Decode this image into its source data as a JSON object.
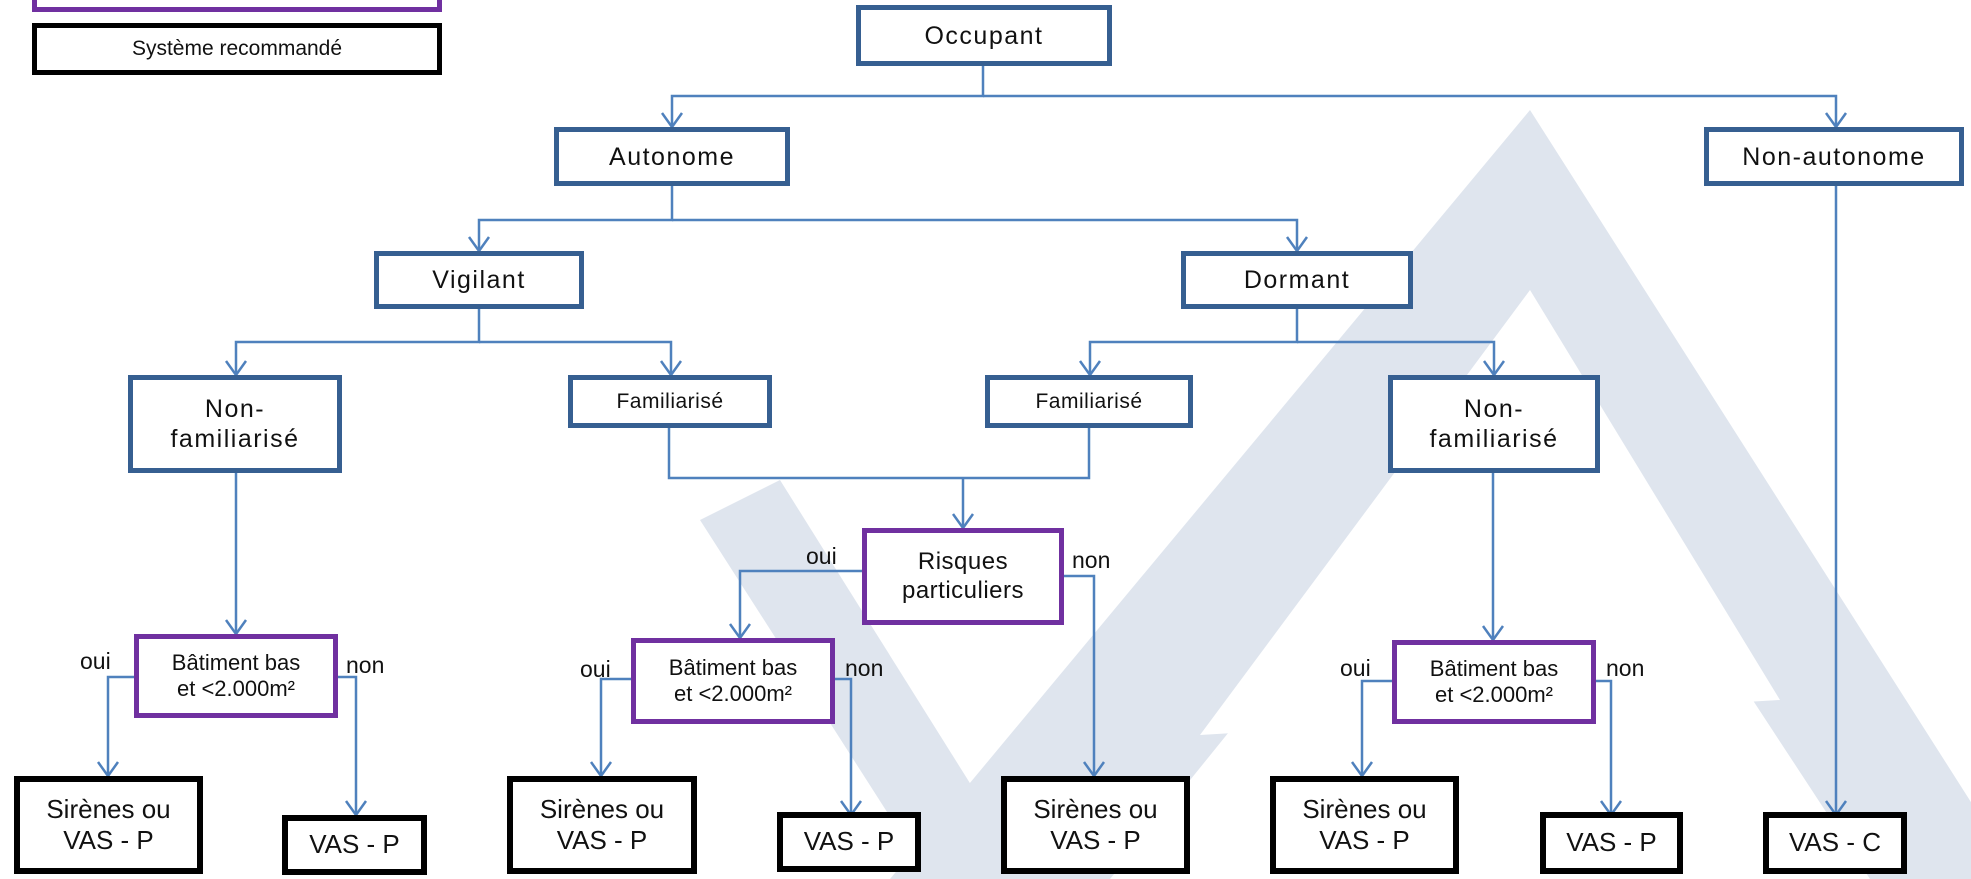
{
  "legend": {
    "recommended_system": "Système recommandé"
  },
  "nodes": {
    "occupant": "Occupant",
    "autonome": "Autonome",
    "non_autonome": "Non-autonome",
    "vigilant": "Vigilant",
    "dormant": "Dormant",
    "non_familiarise_left": "Non-\nfamiliarisé",
    "familiarise_left": "Familiarisé",
    "familiarise_right": "Familiarisé",
    "non_familiarise_right": "Non-\nfamiliarisé",
    "risques_particuliers": "Risques\nparticuliers",
    "batiment_bas_1": "Bâtiment bas\net <2.000m²",
    "batiment_bas_2": "Bâtiment bas\net <2.000m²",
    "batiment_bas_3": "Bâtiment bas\net <2.000m²"
  },
  "results": {
    "r1": "Sirènes ou\nVAS  - P",
    "r2": "VAS  - P",
    "r3": "Sirènes ou\nVAS  - P",
    "r4": "VAS  - P",
    "r5": "Sirènes ou\nVAS  - P",
    "r6": "Sirènes ou\nVAS  - P",
    "r7": "VAS  - P",
    "r8": "VAS  - C"
  },
  "labels": {
    "oui": "oui",
    "non": "non"
  },
  "colors": {
    "category_border": "#365f91",
    "question_border": "#7030a0",
    "result_border": "#000000",
    "connector": "#4f81bd",
    "watermark": "#dfe5ee"
  }
}
